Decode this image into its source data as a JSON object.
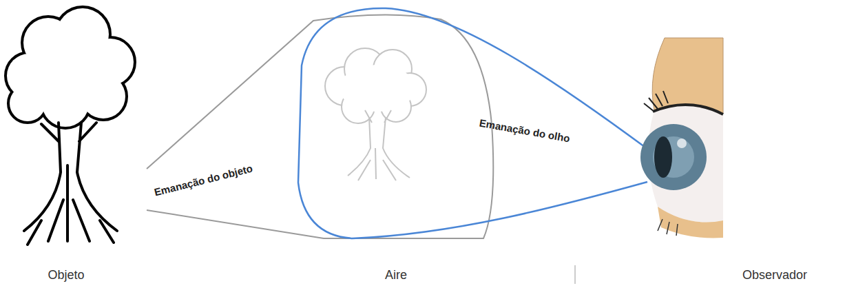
{
  "diagram": {
    "labels": [
      "Emanação do objeto",
      "Emanação do olho",
      "Objeto",
      "Aire",
      "Observador"
    ]
  }
}
